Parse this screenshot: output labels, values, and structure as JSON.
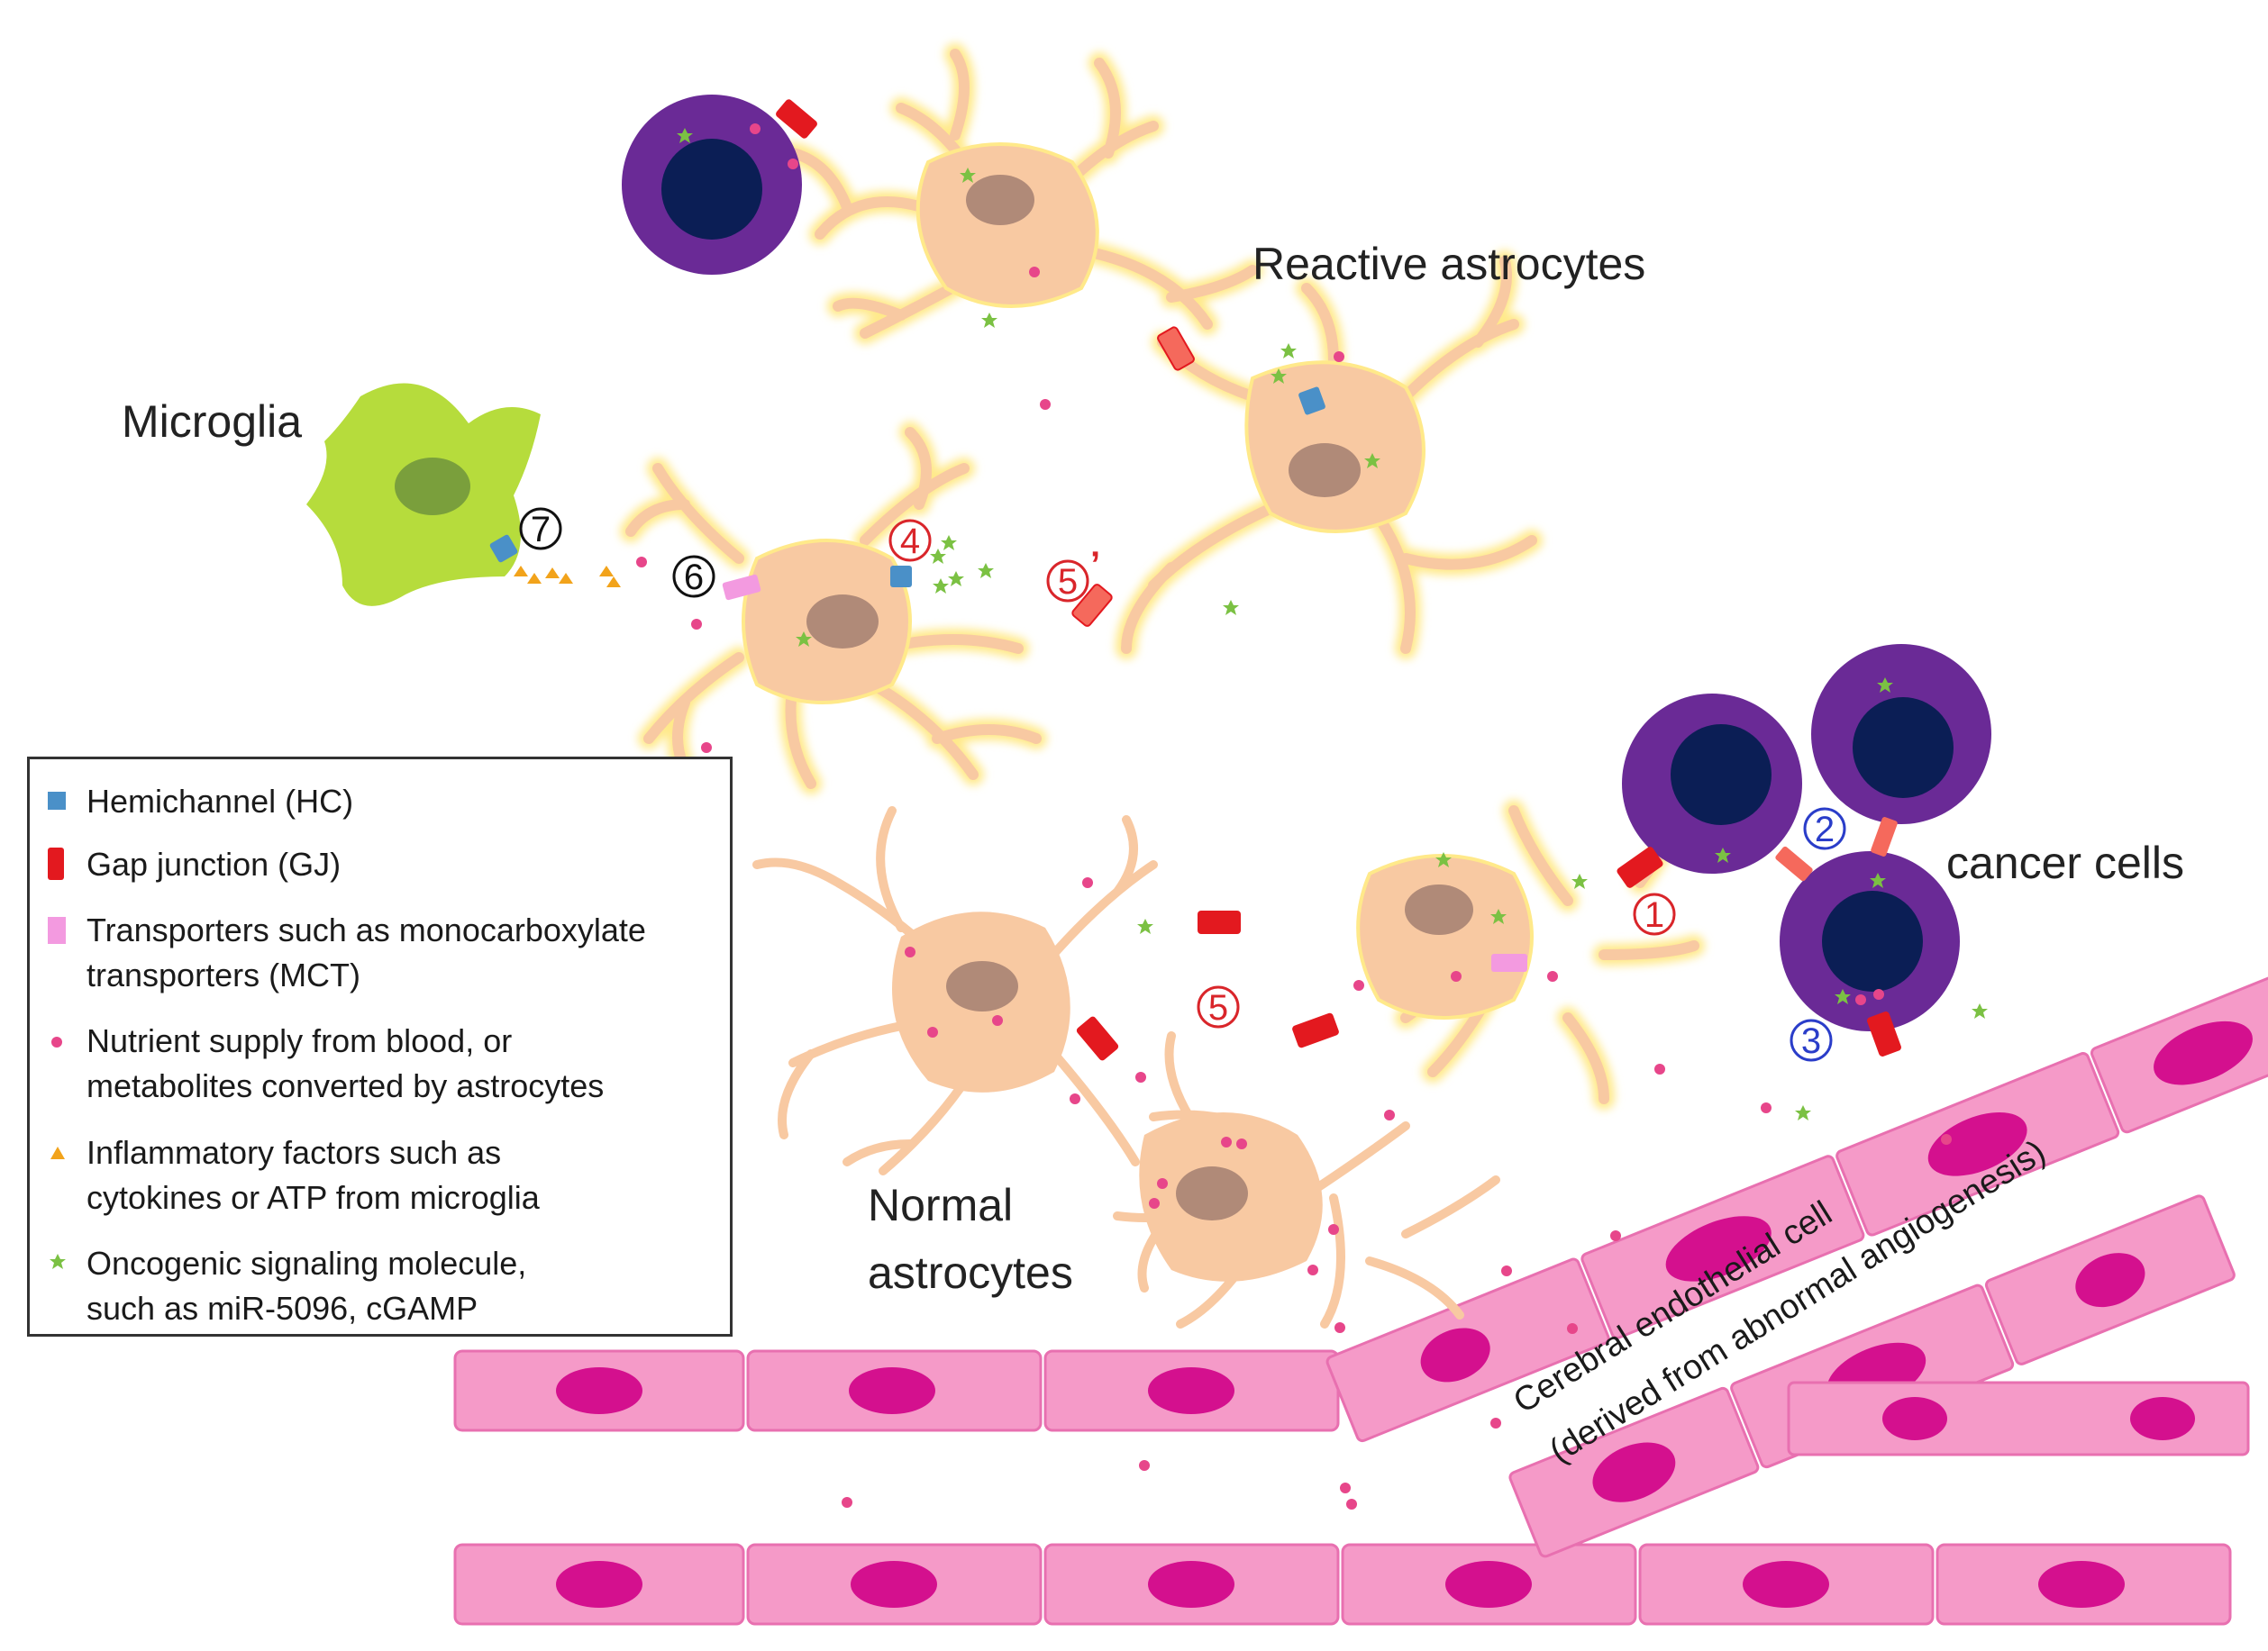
{
  "labels": {
    "reactive_astrocytes": "Reactive astrocytes",
    "microglia": "Microglia",
    "cancer_cells": "cancer cells",
    "normal_astrocytes_1": "Normal",
    "normal_astrocytes_2": "astrocytes",
    "endothelial_1": "Cerebral endothelial cell",
    "endothelial_2": "(derived from abnormal angiogenesis)"
  },
  "markers": {
    "m1": "1",
    "m2": "2",
    "m3": "3",
    "m4": "4",
    "m5": "5",
    "m5b": "5",
    "m5b_prime": "’",
    "m6": "6",
    "m7": "7"
  },
  "legend": {
    "hc": "Hemichannel (HC)",
    "gj": "Gap junction (GJ)",
    "mct_1": "Transporters such as monocarboxylate",
    "mct_2": "transporters  (MCT)",
    "nutrient_1": "Nutrient supply from blood, or",
    "nutrient_2": "metabolites converted by astrocytes",
    "inflam_1": "Inflammatory factors such as",
    "inflam_2": "cytokines or ATP from microglia",
    "onco_1": "Oncogenic signaling molecule,",
    "onco_2": "such as miR-5096, cGAMP"
  },
  "colors": {
    "astro_fill": "#f8c9a2",
    "astro_glow": "#ffe98a",
    "nucleus": "#b08a78",
    "cancer_outer": "#6a2a96",
    "cancer_inner": "#0b1e55",
    "microglia": "#b6dc3c",
    "microglia_nucleus": "#7a9f3c",
    "endo_cell": "#f59ac8",
    "endo_nucleus": "#d4108e",
    "hemichannel": "#4a90c8",
    "gap_junction": "#e3191f",
    "transporter": "#f39ae0",
    "nutrient": "#e7468a",
    "inflammatory": "#f2a31b",
    "oncogenic": "#7bc143",
    "marker_red": "#d9252a",
    "marker_blue": "#2a3dc9",
    "marker_black": "#111111"
  }
}
